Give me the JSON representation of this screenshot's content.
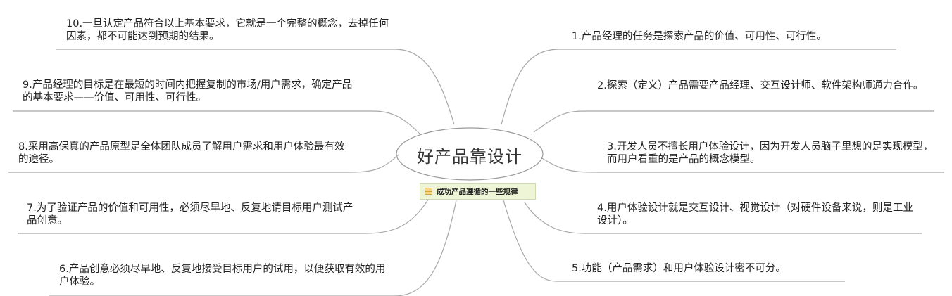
{
  "mindmap": {
    "central_topic": "好产品靠设计",
    "label": {
      "icon": "list-label-icon",
      "text": "成功产品遵循的一些规律"
    },
    "right_topics": [
      {
        "id": 1,
        "text": "1.产品经理的任务是探索产品的价值、可用性、可行性。"
      },
      {
        "id": 2,
        "text": "2.探索（定义）产品需要产品经理、交互设计师、软件架构师通力合作。"
      },
      {
        "id": 3,
        "text": "3.开发人员不擅长用户体验设计，因为开发人员脑子里想的是实现模型，而用户看重的是产品的概念模型。"
      },
      {
        "id": 4,
        "text": "4.用户体验设计就是交互设计、视觉设计（对硬件设备来说，则是工业设计）。"
      },
      {
        "id": 5,
        "text": "5.功能（产品需求）和用户体验设计密不可分。"
      }
    ],
    "left_topics": [
      {
        "id": 10,
        "text": "10.一旦认定产品符合以上基本要求，它就是一个完整的概念，去掉任何因素，都不可能达到预期的结果。"
      },
      {
        "id": 9,
        "text": "9.产品经理的目标是在最短的时间内把握复制的市场/用户需求，确定产品的基本要求——价值、可用性、可行性。"
      },
      {
        "id": 8,
        "text": "8.采用高保真的产品原型是全体团队成员了解用户需求和用户体验最有效的途径。"
      },
      {
        "id": 7,
        "text": "7.为了验证产品的价值和可用性，必须尽早地、反复地请目标用户测试产品创意。"
      },
      {
        "id": 6,
        "text": "6.产品创意必须尽早地、反复地接受目标用户的试用，以便获取有效的用户体验。"
      }
    ],
    "colors": {
      "line": "#a8a8a8",
      "label_bg": "#eef5d6",
      "label_icon": "#d4a23a"
    }
  }
}
